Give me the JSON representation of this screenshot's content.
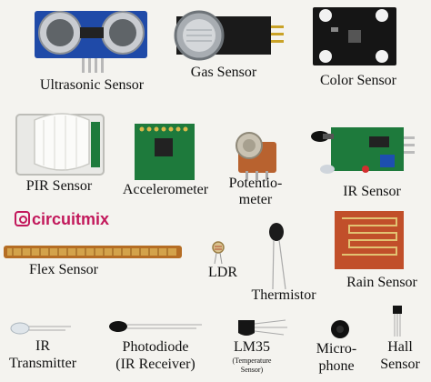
{
  "brand": {
    "handle": "circuitmix",
    "icon": "instagram-icon"
  },
  "components": [
    {
      "id": "ultrasonic",
      "label": "Ultrasonic Sensor"
    },
    {
      "id": "gas",
      "label": "Gas Sensor"
    },
    {
      "id": "color",
      "label": "Color Sensor"
    },
    {
      "id": "pir",
      "label": "PIR Sensor"
    },
    {
      "id": "accelerometer",
      "label": "Accelerometer"
    },
    {
      "id": "potentiometer",
      "label_line1": "Potentio-",
      "label_line2": "meter"
    },
    {
      "id": "ir-sensor",
      "label": "IR Sensor"
    },
    {
      "id": "flex",
      "label": "Flex Sensor"
    },
    {
      "id": "ldr",
      "label": "LDR"
    },
    {
      "id": "thermistor",
      "label": "Thermistor"
    },
    {
      "id": "rain",
      "label": "Rain Sensor"
    },
    {
      "id": "ir-transmitter",
      "label_line1": "IR",
      "label_line2": "Transmitter"
    },
    {
      "id": "photodiode",
      "label_line1": "Photodiode",
      "label_line2": "(IR Receiver)"
    },
    {
      "id": "lm35",
      "label_line1": "LM35",
      "label_small1": "(Temperature",
      "label_small2": "Sensor)"
    },
    {
      "id": "microphone",
      "label_line1": "Micro-",
      "label_line2": "phone"
    },
    {
      "id": "hall",
      "label_line1": "Hall",
      "label_line2": "Sensor"
    }
  ],
  "colors": {
    "background": "#f4f3ef",
    "brand": "#c2185b",
    "pcb_blue": "#1f4aa8",
    "pcb_green": "#1e7a3c"
  }
}
